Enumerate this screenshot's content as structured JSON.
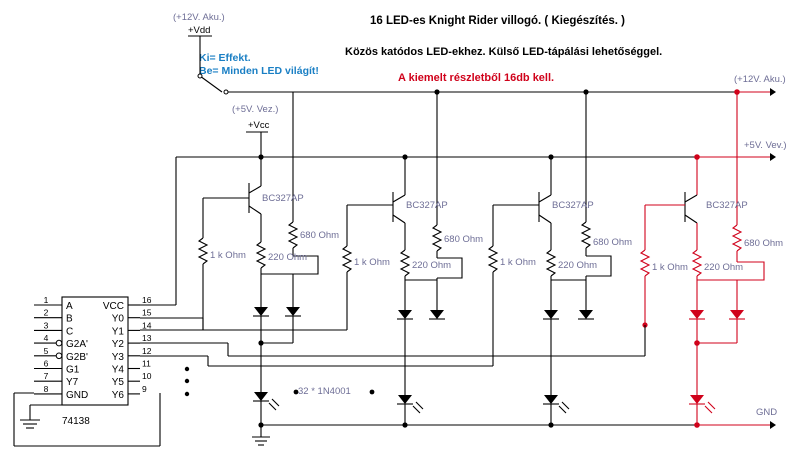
{
  "header": {
    "title": "16 LED-es Knight Rider villogó. ( Kiegészítés. )",
    "subtitle": "Közös katódos LED-ekhez. Külső LED-tápálási lehetőséggel.",
    "highlight_note": "A kiemelt részletből 16db kell."
  },
  "switch": {
    "supply_note": "(+12V. Aku.)",
    "supply_name": "+Vdd",
    "line1": "Ki= Effekt.",
    "line2": "Be= Minden LED világít!"
  },
  "rails": {
    "aku_12v": "(+12V. Aku.)",
    "vez_5v": "(+5V. Vez.)",
    "vcc": "+Vcc",
    "vev_5v": "+5V. Vev.)",
    "gnd": "GND"
  },
  "components": {
    "transistor": "BC327AP",
    "r_base": "1 k Ohm",
    "r_led": "220 Ohm",
    "r_ext": "680 Ohm",
    "diode_note": "32 * 1N4001"
  },
  "chip": {
    "part": "74138",
    "left_pins": [
      {
        "num": "1",
        "name": "A"
      },
      {
        "num": "2",
        "name": "B"
      },
      {
        "num": "3",
        "name": "C"
      },
      {
        "num": "4",
        "name": "G2A'"
      },
      {
        "num": "5",
        "name": "G2B'"
      },
      {
        "num": "6",
        "name": "G1"
      },
      {
        "num": "7",
        "name": "Y7"
      },
      {
        "num": "8",
        "name": "GND"
      }
    ],
    "right_pins": [
      {
        "num": "16",
        "name": "VCC"
      },
      {
        "num": "15",
        "name": "Y0"
      },
      {
        "num": "14",
        "name": "Y1"
      },
      {
        "num": "13",
        "name": "Y2"
      },
      {
        "num": "12",
        "name": "Y3"
      },
      {
        "num": "11",
        "name": "Y4"
      },
      {
        "num": "10",
        "name": "Y5"
      },
      {
        "num": "9",
        "name": "Y6"
      }
    ]
  },
  "colors": {
    "wire": "#000000",
    "highlight": "#d0021b",
    "label": "#6e6e96",
    "switch_text": "#1a7fc4"
  }
}
